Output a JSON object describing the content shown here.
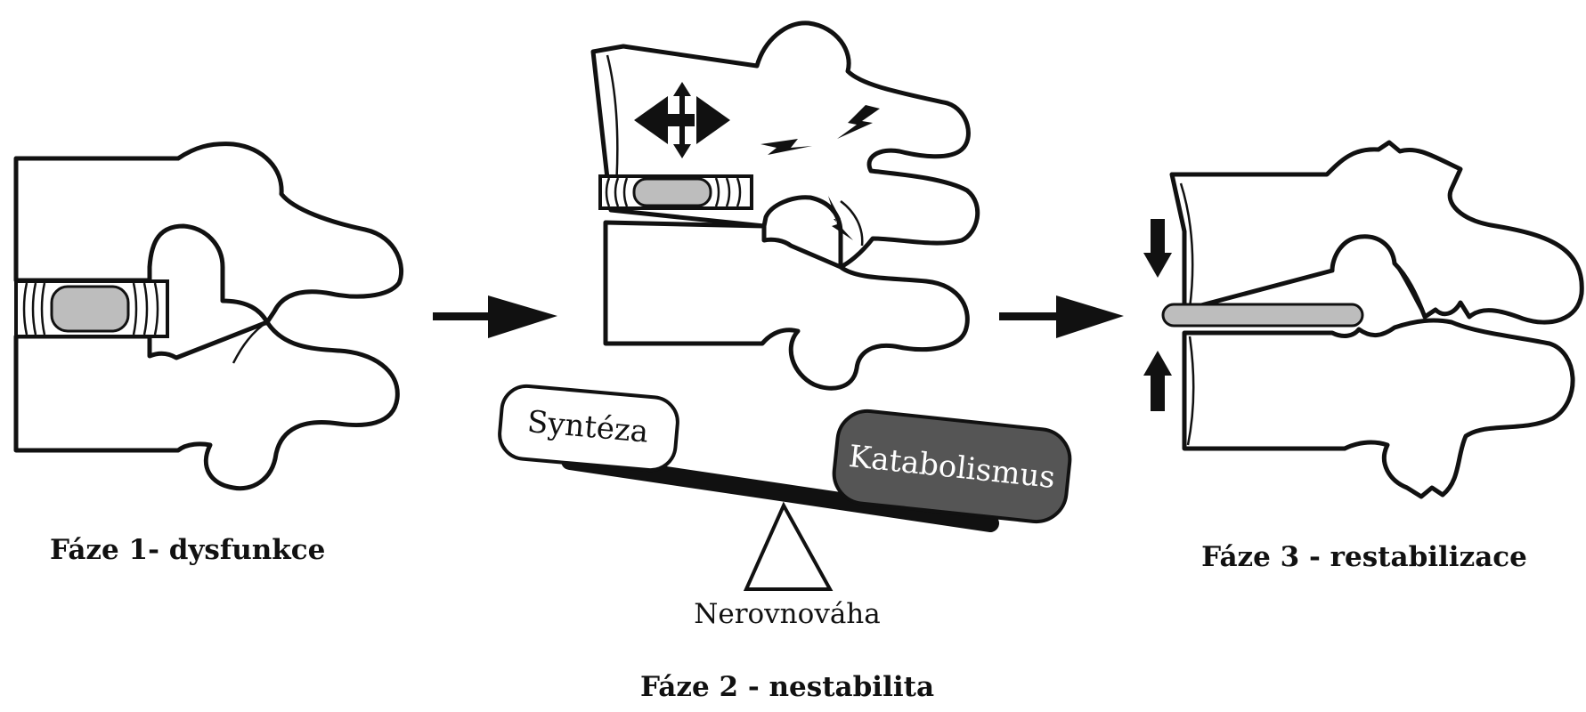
{
  "phases": {
    "phase1_label": "Fáze 1- dysfunkce",
    "phase2_label": "Fáze 2 - nestabilita",
    "phase3_label": "Fáze 3 - restabilizace"
  },
  "balance": {
    "left_box": "Syntéza",
    "right_box": "Katabolismus",
    "fulcrum_label": "Nerovnováha"
  },
  "icons": [
    "right-arrow-icon",
    "four-way-arrow-icon",
    "lightning-bolt-icon",
    "down-arrow-icon",
    "up-arrow-icon"
  ],
  "colors": {
    "ink": "#111111",
    "nucleus_gray": "#bdbdbd",
    "katabolismus_fill": "#555555",
    "background": "#ffffff"
  }
}
